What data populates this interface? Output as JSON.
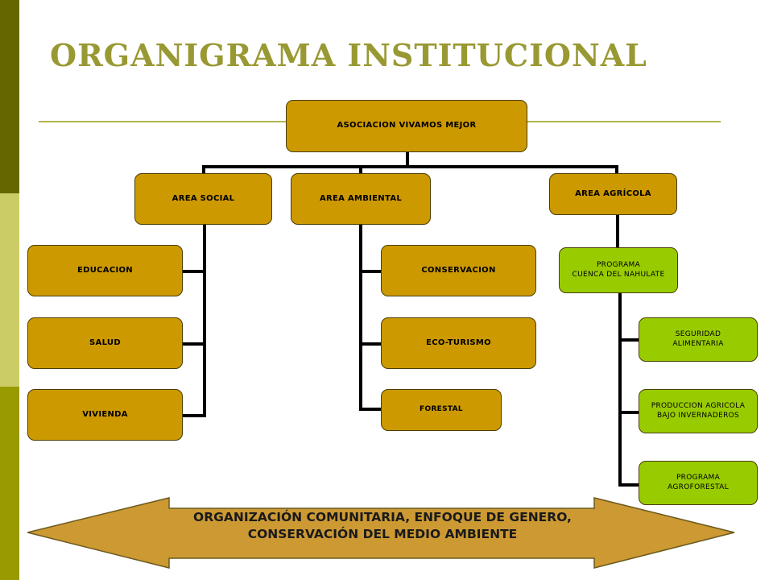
{
  "title": "ORGANIGRAMA  INSTITUCIONAL",
  "colors": {
    "stripe_dark": "#666600",
    "stripe_light": "#cccc66",
    "stripe_mid": "#999900",
    "title": "#999933",
    "box": "#cc9900",
    "box_green": "#99cc00",
    "arrow": "#cc9933"
  },
  "root": "ASOCIACION VIVAMOS MEJOR",
  "areas": {
    "social": {
      "label": "AREA SOCIAL",
      "children": [
        "EDUCACION",
        "SALUD",
        "VIVIENDA"
      ]
    },
    "ambiental": {
      "label": "AREA AMBIENTAL",
      "children": [
        "CONSERVACION",
        "ECO-TURISMO",
        "FORESTAL"
      ]
    },
    "agricola": {
      "label": "AREA AGRÍCOLA",
      "program": "PROGRAMA\nCUENCA DEL NAHULATE",
      "children": [
        "SEGURIDAD\nALIMENTARIA",
        "PRODUCCION AGRICOLA\nBAJO INVERNADEROS",
        "PROGRAMA\nAGROFORESTAL"
      ]
    }
  },
  "banner": {
    "line1": "ORGANIZACIÓN COMUNITARIA, ENFOQUE DE GENERO,",
    "line2": "CONSERVACIÓN DEL MEDIO AMBIENTE"
  }
}
